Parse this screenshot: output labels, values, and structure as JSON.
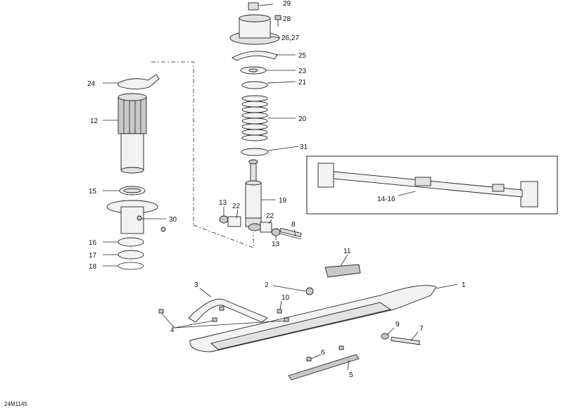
{
  "diagram": {
    "drawing_code": "24M1145",
    "callouts": [
      {
        "id": "c29",
        "text": "29"
      },
      {
        "id": "c28",
        "text": "28"
      },
      {
        "id": "c2627",
        "text": "26,27"
      },
      {
        "id": "c25",
        "text": "25"
      },
      {
        "id": "c23",
        "text": "23"
      },
      {
        "id": "c21",
        "text": "21"
      },
      {
        "id": "c20",
        "text": "20"
      },
      {
        "id": "c31",
        "text": "31"
      },
      {
        "id": "c19",
        "text": "19"
      },
      {
        "id": "c24",
        "text": "24"
      },
      {
        "id": "c12",
        "text": "12"
      },
      {
        "id": "c15",
        "text": "15"
      },
      {
        "id": "c30",
        "text": "30"
      },
      {
        "id": "c16",
        "text": "16"
      },
      {
        "id": "c17",
        "text": "17"
      },
      {
        "id": "c18",
        "text": "18"
      },
      {
        "id": "c13a",
        "text": "13"
      },
      {
        "id": "c22a",
        "text": "22"
      },
      {
        "id": "c22b",
        "text": "22"
      },
      {
        "id": "c8",
        "text": "8"
      },
      {
        "id": "c13b",
        "text": "13"
      },
      {
        "id": "c1416",
        "text": "14-16"
      },
      {
        "id": "c11",
        "text": "11"
      },
      {
        "id": "c1",
        "text": "1"
      },
      {
        "id": "c2",
        "text": "2"
      },
      {
        "id": "c3",
        "text": "3"
      },
      {
        "id": "c10",
        "text": "10"
      },
      {
        "id": "c4",
        "text": "4"
      },
      {
        "id": "c9",
        "text": "9"
      },
      {
        "id": "c7",
        "text": "7"
      },
      {
        "id": "c6",
        "text": "6"
      },
      {
        "id": "c5",
        "text": "5"
      }
    ]
  }
}
